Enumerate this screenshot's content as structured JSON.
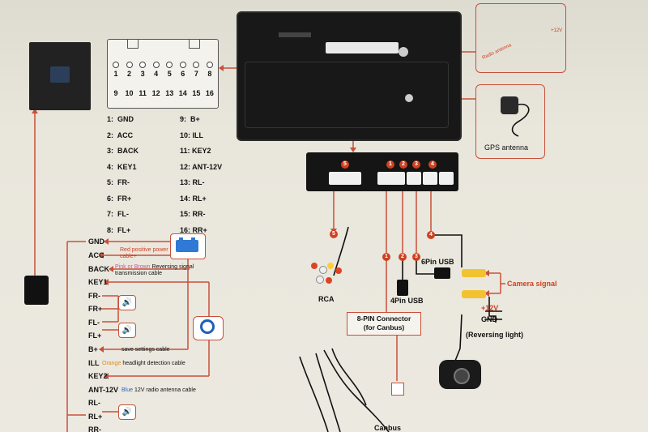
{
  "connector_pins": {
    "row1": [
      "1",
      "2",
      "3",
      "4",
      "5",
      "6",
      "7",
      "8"
    ],
    "row2": [
      "9",
      "10",
      "11",
      "12",
      "13",
      "14",
      "15",
      "16"
    ]
  },
  "pin_list_left": [
    "1:  GND",
    "2:  ACC",
    "3:  BACK",
    "4:  KEY1",
    "5:  FR-",
    "6:  FR+",
    "7:  FL-",
    "8:  FL+"
  ],
  "pin_list_right": [
    "9:  B+",
    "10: ILL",
    "11: KEY2",
    "12: ANT-12V",
    "13: RL-",
    "14: RL+",
    "15: RR-",
    "16: RR+"
  ],
  "wires": {
    "gnd": "GND",
    "acc": "ACC",
    "acc_note": "Red positive power cable+",
    "back": "BACK",
    "back_note_colors": "Pink or Brown",
    "back_note": "Reversing signal transmission cable",
    "key1": "KEY1",
    "fr_minus": "FR-",
    "fr_plus": "FR+",
    "fl_minus": "FL-",
    "fl_plus": "FL+",
    "b_plus": "B+",
    "b_plus_note": "save settings cable",
    "ill": "ILL",
    "ill_note_color": "Orange",
    "ill_note": "headlight detection cable",
    "key2": "KEY2",
    "ant": "ANT-12V",
    "ant_note_color": "Blue",
    "ant_note": "12V radio antenna cable",
    "rl_minus": "RL-",
    "rl_plus": "RL+",
    "rr_minus": "RR-"
  },
  "ports": {
    "p1": "1",
    "p2": "2",
    "p3": "3",
    "p4": "4",
    "p5": "5",
    "rca": "RCA",
    "usb4": "4Pin USB",
    "usb6": "6Pin USB",
    "canbus_connector": "8-PIN Connector\n(for Canbus)",
    "canbus": "Canbus",
    "gps": "GPS antenna",
    "camera_signal": "Camera signal",
    "plus12": "+12V",
    "gnd_cam": "GND",
    "reversing_light": "(Reversing light)",
    "radio_antenna_label": "Radio antenna",
    "radio_ant_12v": "+12V"
  }
}
